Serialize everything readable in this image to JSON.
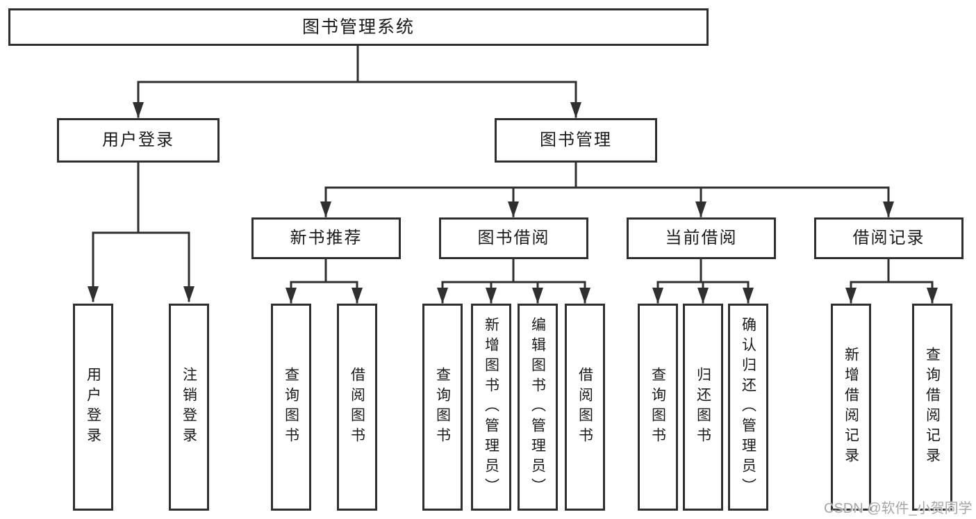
{
  "tree": {
    "label": "图书管理系统",
    "children": [
      {
        "label": "用户登录",
        "children": [
          {
            "label": "用户登录"
          },
          {
            "label": "注销登录"
          }
        ]
      },
      {
        "label": "图书管理",
        "children": [
          {
            "label": "新书推荐",
            "children": [
              {
                "label": "查询图书"
              },
              {
                "label": "借阅图书"
              }
            ]
          },
          {
            "label": "图书借阅",
            "children": [
              {
                "label": "查询图书"
              },
              {
                "label": "新增图书（管理员）"
              },
              {
                "label": "编辑图书（管理员）"
              },
              {
                "label": "借阅图书"
              }
            ]
          },
          {
            "label": "当前借阅",
            "children": [
              {
                "label": "查询图书"
              },
              {
                "label": "归还图书"
              },
              {
                "label": "确认归还（管理员）"
              }
            ]
          },
          {
            "label": "借阅记录",
            "children": [
              {
                "label": "新增借阅记录"
              },
              {
                "label": "查询借阅记录"
              }
            ]
          }
        ]
      }
    ]
  },
  "watermark": {
    "text": "CSDN @软件_小贺同学"
  },
  "colors": {
    "line": "#2f2f2f",
    "box_border": "#2f2f2f",
    "text": "#1a1a1a",
    "watermark": "#a6a6a6",
    "background": "#ffffff"
  }
}
